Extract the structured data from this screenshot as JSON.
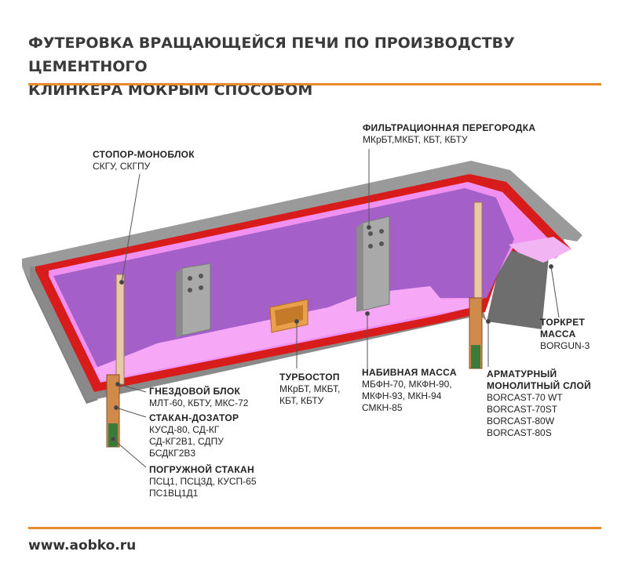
{
  "title": {
    "line1": "ФУТЕРОВКА ВРАЩАЮЩЕЙСЯ ПЕЧИ ПО ПРОИЗВОДСТВУ ЦЕМЕНТНОГО",
    "line2": "КЛИНКЕРА МОКРЫМ СПОСОБОМ"
  },
  "footer": {
    "url": "www.aobko.ru"
  },
  "colors": {
    "accent": "#e8892c",
    "shell": "#8c8c8c",
    "working_layer": "#d81c1c",
    "inner_lining": "#f08ff0",
    "inner_shadow": "#a55fc8",
    "turbostop": "#e9a04a"
  },
  "labels": {
    "stopor": {
      "heading": "СТОПОР-МОНОБЛОК",
      "lines": [
        "СКГУ, СКГПУ"
      ]
    },
    "filtr": {
      "heading": "ФИЛЬТРАЦИОННАЯ ПЕРЕГОРОДКА",
      "lines": [
        "МКрБТ,МКБТ, КБТ, КБТУ"
      ]
    },
    "torkret": {
      "heading": "ТОРКРЕТ МАССА",
      "lines": [
        "BORGUN-3"
      ]
    },
    "turbostop": {
      "heading": "ТУРБОСТОП",
      "lines": [
        "МКрБТ, МКБТ,",
        "КБТ, КБТУ"
      ]
    },
    "nabivnaya": {
      "heading": "НАБИВНАЯ МАССА",
      "lines": [
        "МБФН-70, МКФН-90,",
        "МКФН-93, МКН-94",
        "СМКН-85"
      ]
    },
    "armatur": {
      "heading": "АРМАТУРНЫЙ МОНОЛИТНЫЙ СЛОЙ",
      "lines": [
        "BORCAST-70 WT",
        "BORCAST-70ST",
        "BORCAST-80W",
        "BORCAST-80S"
      ]
    },
    "gnezd": {
      "heading": "ГНЕЗДОВОЙ БЛОК",
      "lines": [
        "МЛТ-60, КБТУ, МКС-72"
      ]
    },
    "stakan_doz": {
      "heading": "СТАКАН-ДОЗАТОР",
      "lines": [
        "КУСД-80, СД-КГ",
        "СД-КГ2В1, СДПУ",
        "БСДКГ2В3"
      ]
    },
    "pogruzh": {
      "heading": "ПОГРУЖНОЙ СТАКАН",
      "lines": [
        "ПСЦ1, ПСЦ3Д, КУСП-65",
        "ПС1ВЦ1Д1"
      ]
    }
  }
}
